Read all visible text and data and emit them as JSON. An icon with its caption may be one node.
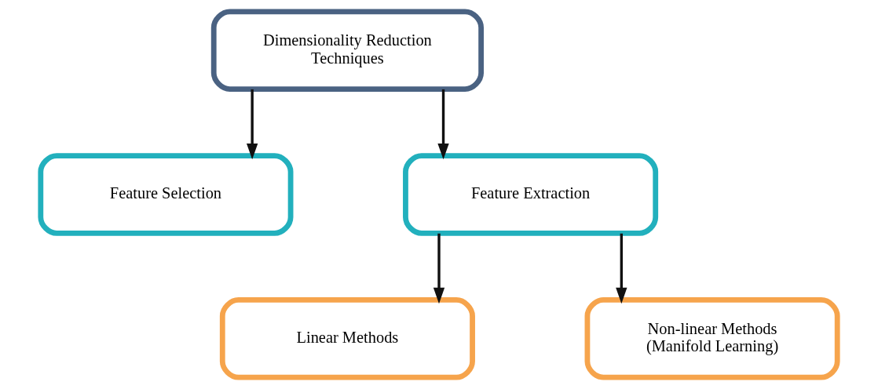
{
  "diagram": {
    "nodes": [
      {
        "text": [
          "Dimensionality Reduction Techniques"
        ]
      },
      {
        "text": [
          "Feature Selection"
        ]
      },
      {
        "text": [
          "Feature Extraction"
        ]
      },
      {
        "text": [
          "Linear Methods"
        ]
      },
      {
        "text": [
          "Non-linear Methods (Manifold Learning)"
        ]
      }
    ],
    "edges": [
      {
        "from": 0,
        "to": 1,
        "arrow": "to"
      },
      {
        "from": 0,
        "to": 2,
        "arrow": "to"
      },
      {
        "from": 2,
        "to": 3,
        "arrow": "to"
      },
      {
        "from": 2,
        "to": 4,
        "arrow": "to"
      }
    ]
  }
}
